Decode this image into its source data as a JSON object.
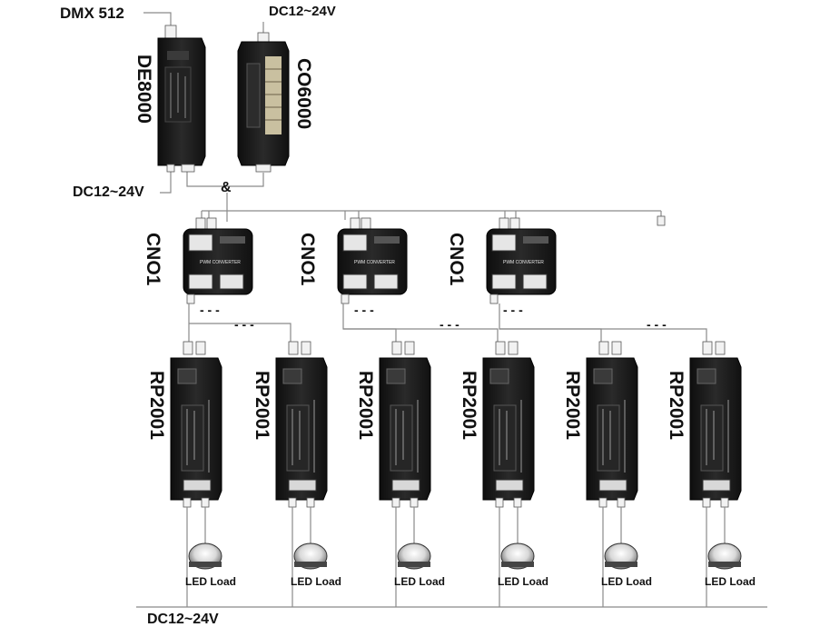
{
  "diagram": {
    "top_labels": {
      "dmx_input": "DMX 512",
      "power_top": "DC12~24V",
      "power_left": "DC12~24V",
      "power_bottom": "DC12~24V",
      "and_symbol": "&",
      "ellipsis": "- - -"
    },
    "decoder": {
      "model": "DE8000"
    },
    "controller": {
      "model": "CO6000"
    },
    "converters": [
      {
        "model": "CNO1",
        "caption": "PWM CONVERTER"
      },
      {
        "model": "CNO1",
        "caption": "PWM CONVERTER"
      },
      {
        "model": "CNO1",
        "caption": "PWM CONVERTER"
      }
    ],
    "repeaters": [
      {
        "model": "RP2001",
        "load": "LED Load"
      },
      {
        "model": "RP2001",
        "load": "LED Load"
      },
      {
        "model": "RP2001",
        "load": "LED Load"
      },
      {
        "model": "RP2001",
        "load": "LED Load"
      },
      {
        "model": "RP2001",
        "load": "LED Load"
      },
      {
        "model": "RP2001",
        "load": "LED Load"
      }
    ],
    "colors": {
      "device_body": "#1d1d1d",
      "wire": "#8a8a8a",
      "text": "#111111"
    }
  }
}
